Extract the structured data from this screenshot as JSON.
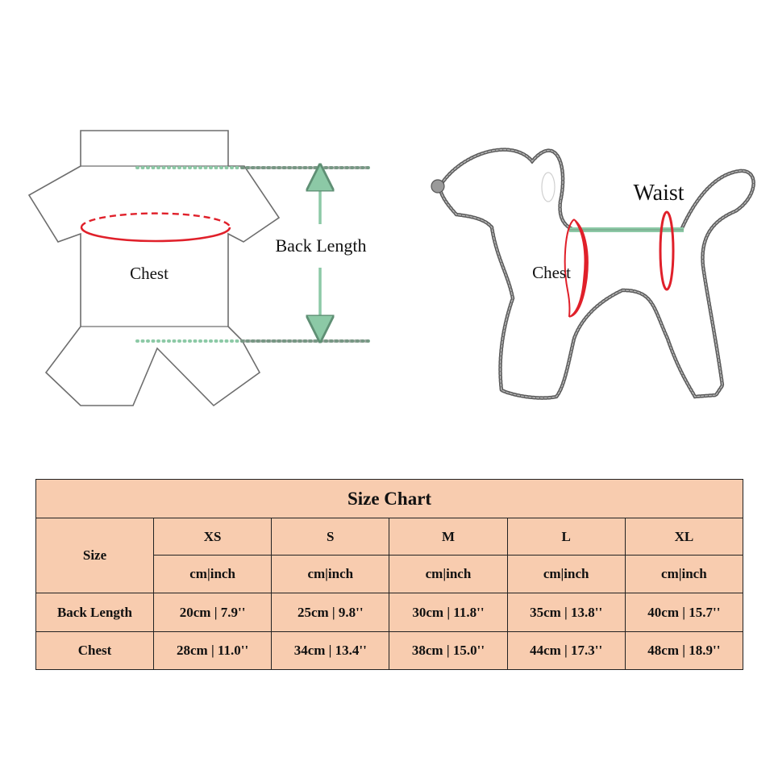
{
  "diagram": {
    "garment": {
      "chest_label": "Chest",
      "back_length_label": "Back Length"
    },
    "dog": {
      "chest_label": "Chest",
      "waist_label": "Waist"
    }
  },
  "size_chart": {
    "title": "Size Chart",
    "size_header": "Size",
    "sizes": [
      "XS",
      "S",
      "M",
      "L",
      "XL"
    ],
    "unit_label": "cm|inch",
    "rows": [
      {
        "label": "Back Length",
        "values": [
          "20cm | 7.9''",
          "25cm | 9.8''",
          "30cm | 11.8''",
          "35cm | 13.8''",
          "40cm | 15.7''"
        ]
      },
      {
        "label": "Chest",
        "values": [
          "28cm | 11.0''",
          "34cm | 13.4''",
          "38cm | 15.0''",
          "44cm | 17.3''",
          "48cm | 18.9''"
        ]
      }
    ]
  },
  "colors": {
    "table_background": "#f8ccaf",
    "measure_red": "#e0202a",
    "measure_green": "#8cc9a6",
    "bead_gray": "#5a5a5a"
  }
}
